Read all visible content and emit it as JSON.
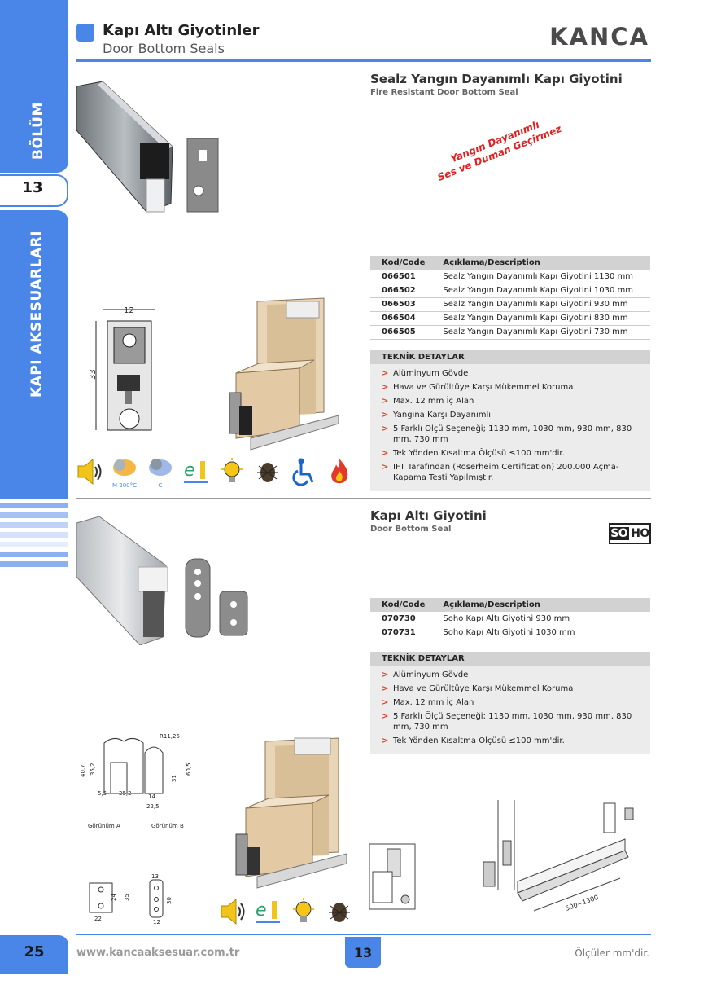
{
  "header": {
    "title": "Kapı Altı Giyotinler",
    "subtitle": "Door Bottom Seals",
    "brand": "KANCA"
  },
  "side": {
    "section_label": "BÖLÜM",
    "section_number": "13",
    "category_label": "KAPI AKSESUARLARI"
  },
  "product1": {
    "title": "Sealz Yangın Dayanımlı Kapı Giyotini",
    "subtitle": "Fire Resistant Door Bottom Seal",
    "stamp_line1": "Yangın Dayanımlı",
    "stamp_line2": "Ses ve Duman Geçirmez",
    "table_headers": [
      "Kod/Code",
      "Açıklama/Description"
    ],
    "rows": [
      {
        "code": "066501",
        "desc": "Sealz Yangın Dayanımlı Kapı Giyotini 1130 mm"
      },
      {
        "code": "066502",
        "desc": "Sealz Yangın Dayanımlı Kapı Giyotini 1030 mm"
      },
      {
        "code": "066503",
        "desc": "Sealz Yangın Dayanımlı Kapı Giyotini 930 mm"
      },
      {
        "code": "066504",
        "desc": "Sealz Yangın Dayanımlı Kapı Giyotini 830 mm"
      },
      {
        "code": "066505",
        "desc": "Sealz Yangın Dayanımlı Kapı Giyotini 730 mm"
      }
    ],
    "tech_title": "TEKNİK DETAYLAR",
    "tech_items": [
      "Alüminyum Gövde",
      "Hava ve Gürültüye Karşı Mükemmel Koruma",
      "Max. 12 mm İç Alan",
      "Yangına Karşı Dayanımlı",
      "5 Farklı Ölçü Seçeneği; 1130 mm, 1030 mm, 930 mm, 830 mm, 730 mm",
      "Tek Yönden Kısaltma Ölçüsü ≤100 mm'dir.",
      "IFT Tarafından (Roserheim Certification) 200.000 Açma-Kapama Testi Yapılmıştır."
    ],
    "dim_width": "12",
    "dim_height": "33",
    "icon_caption_fire": "M 200°C",
    "icon_caption_smoke": "C",
    "icons": [
      "sound-icon",
      "fire-cloud-icon",
      "smoke-cloud-icon",
      "easy-install-icon",
      "light-icon",
      "insect-icon",
      "wheelchair-icon",
      "fire-icon"
    ]
  },
  "product2": {
    "title": "Kapı Altı Giyotini",
    "subtitle": "Door Bottom Seal",
    "logo_left": "SO",
    "logo_right": "HO",
    "table_headers": [
      "Kod/Code",
      "Açıklama/Description"
    ],
    "rows": [
      {
        "code": "070730",
        "desc": "Soho Kapı Altı Giyotini 930 mm"
      },
      {
        "code": "070731",
        "desc": "Soho Kapı Altı Giyotini 1030 mm"
      }
    ],
    "tech_title": "TEKNİK DETAYLAR",
    "tech_items": [
      "Alüminyum Gövde",
      "Hava ve Gürültüye Karşı Mükemmel Koruma",
      "Max. 12 mm İç Alan",
      "5 Farklı Ölçü Seçeneği; 1130 mm, 1030 mm, 930 mm, 830 mm, 730 mm",
      "Tek Yönden Kısaltma Ölçüsü ≤100 mm'dir."
    ],
    "drawing": {
      "r_label": "R11,25",
      "dims": [
        "40,7",
        "35,2",
        "5,5",
        "25,2",
        "14",
        "22,5",
        "31",
        "60,5",
        "24",
        "35",
        "22",
        "13",
        "30",
        "12"
      ],
      "view_a": "Görünüm A",
      "view_b": "Görünüm B",
      "range_label": "500~1300"
    },
    "icons": [
      "sound-icon",
      "easy-install-icon",
      "light-icon",
      "insect-icon"
    ]
  },
  "footer": {
    "page_number": "25",
    "url": "www.kancaaksesuar.com.tr",
    "section_number": "13",
    "note": "Ölçüler mm'dir."
  },
  "colors": {
    "accent": "#4a86e8",
    "arrow": "#e23a2a",
    "stamp": "#e02020"
  }
}
